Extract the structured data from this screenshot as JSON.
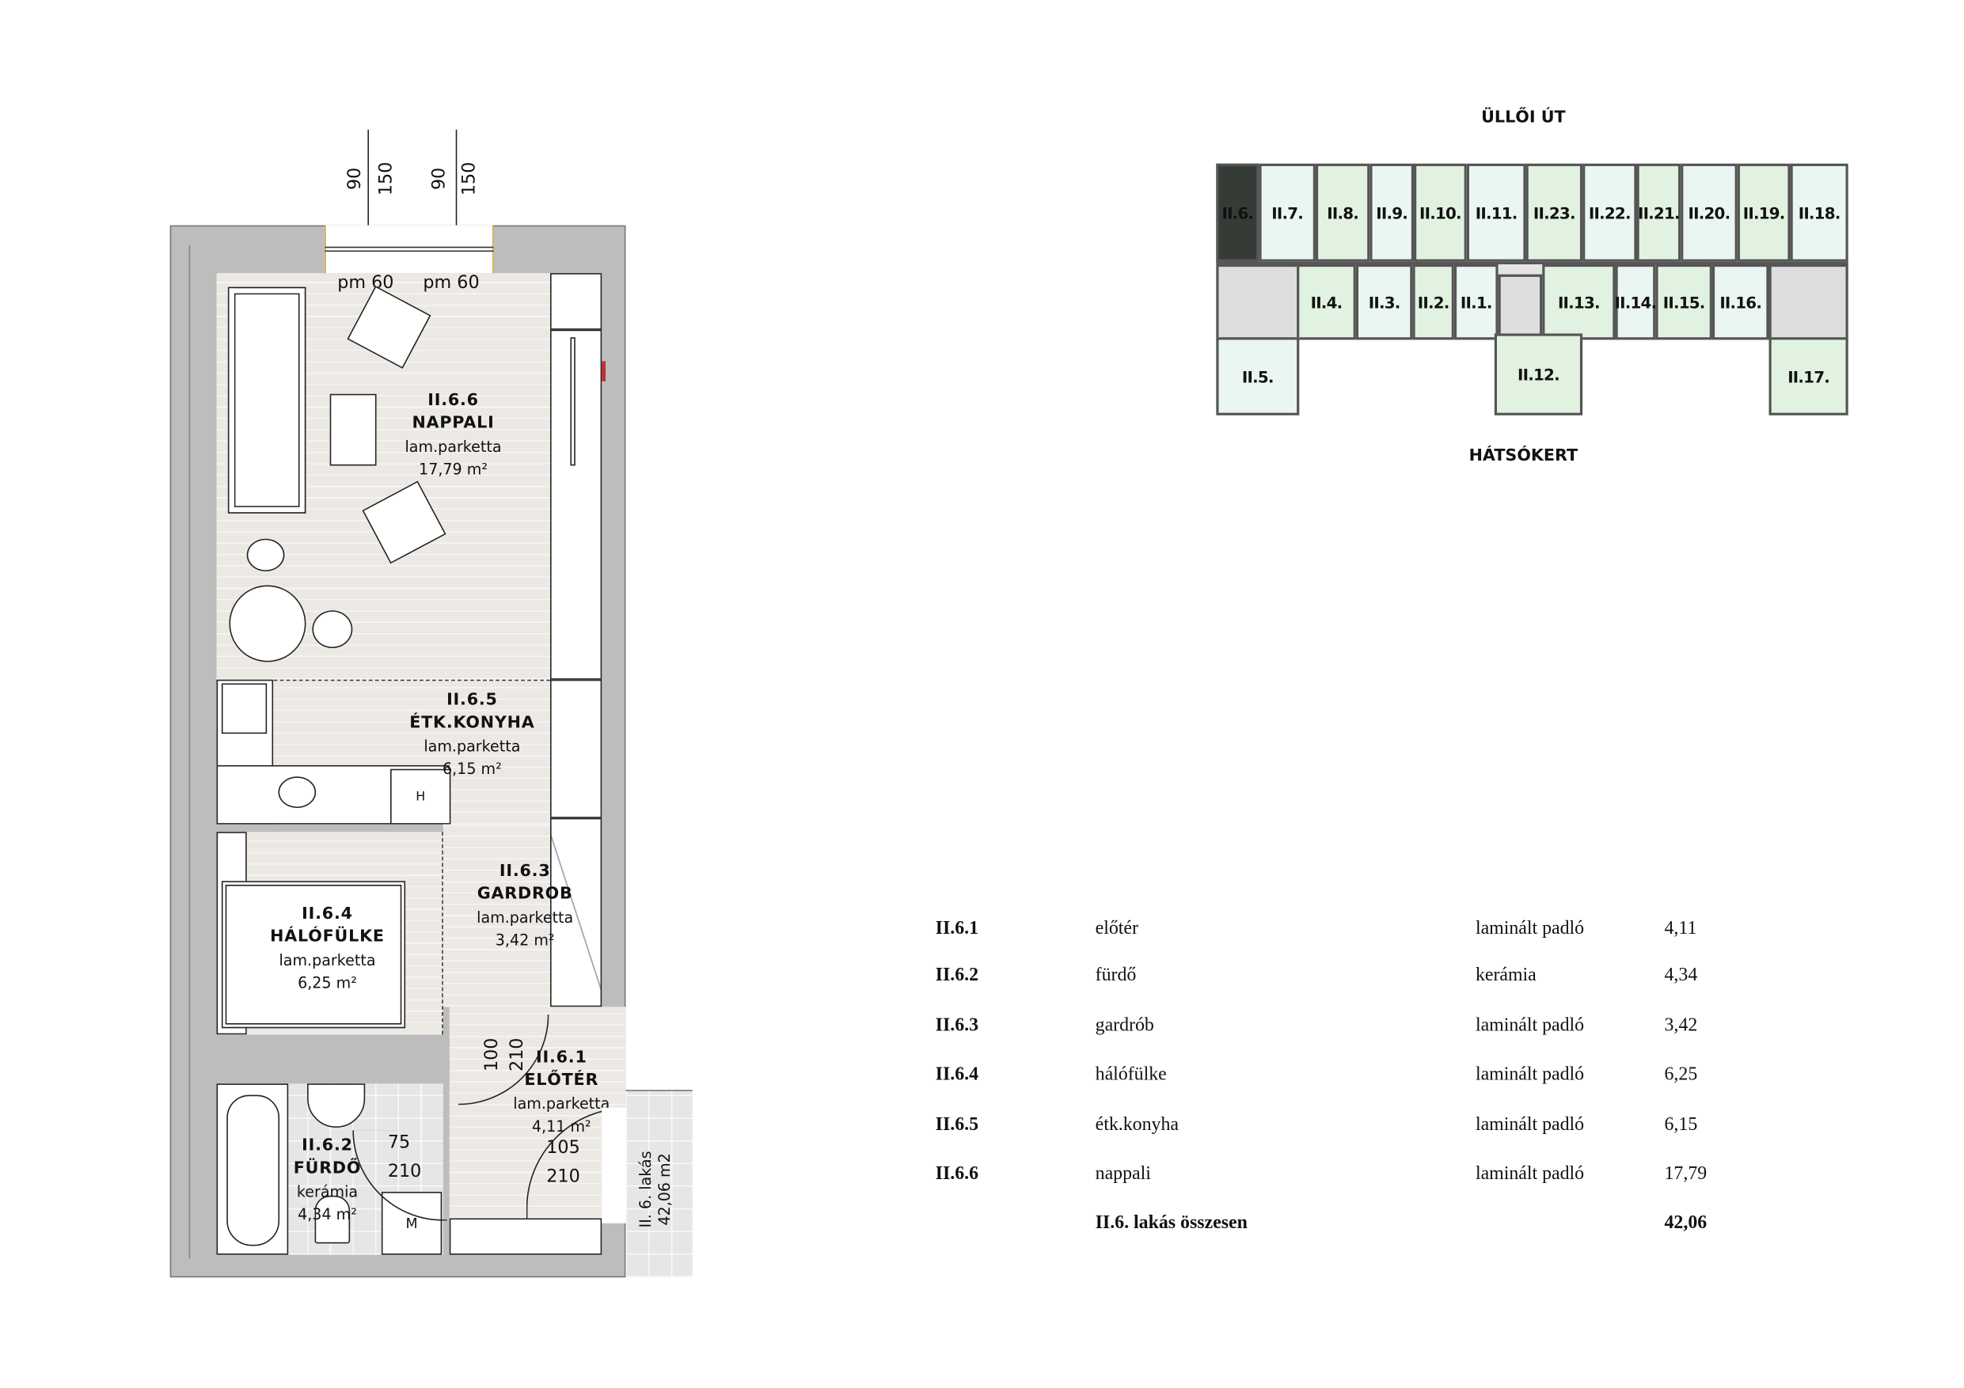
{
  "plan": {
    "window_dims": [
      "90",
      "150",
      "90",
      "150"
    ],
    "window_labels": [
      "pm 60",
      "pm 60"
    ],
    "rooms": [
      {
        "code": "II.6.6",
        "name": "NAPPALI",
        "floor": "lam.parketta",
        "area": "17,79 m²"
      },
      {
        "code": "II.6.5",
        "name": "ÉTK.KONYHA",
        "floor": "lam.parketta",
        "area": "6,15 m²"
      },
      {
        "code": "II.6.4",
        "name": "HÁLÓFÜLKE",
        "floor": "lam.parketta",
        "area": "6,25 m²"
      },
      {
        "code": "II.6.3",
        "name": "GARDROB",
        "floor": "lam.parketta",
        "area": "3,42 m²"
      },
      {
        "code": "II.6.1",
        "name": "ELŐTÉR",
        "floor": "lam.parketta",
        "area": "4,11 m²"
      },
      {
        "code": "II.6.2",
        "name": "FÜRDŐ",
        "floor": "kerámia",
        "area": "4,34 m²"
      }
    ],
    "door_dims": {
      "d1a": "100",
      "d1b": "210",
      "d2a": "75",
      "d2b": "210",
      "d3a": "105",
      "d3b": "210"
    },
    "appliance_labels": {
      "hood": "H",
      "meter": "M"
    },
    "apartment_label": [
      "II. 6. lakás",
      "42,06 m2"
    ]
  },
  "keyplan": {
    "street_top": "ÜLLŐI ÚT",
    "street_bottom": "HÁTSÓKERT",
    "units": [
      "II.6.",
      "II.7.",
      "II.8.",
      "II.9.",
      "II.10.",
      "II.11.",
      "II.23.",
      "II.22.",
      "II.21.",
      "II.20.",
      "II.19.",
      "II.18.",
      "II.4.",
      "II.3.",
      "II.2.",
      "II.1.",
      "II.13.",
      "II.14.",
      "II.15.",
      "II.16.",
      "II.5.",
      "II.12.",
      "II.17."
    ],
    "highlight_color": "#353c36"
  },
  "table": {
    "rows": [
      {
        "code": "II.6.1",
        "name": "előtér",
        "floor": "laminált padló",
        "area": "4,11"
      },
      {
        "code": "II.6.2",
        "name": "fürdő",
        "floor": "kerámia",
        "area": "4,34"
      },
      {
        "code": "II.6.3",
        "name": "gardrób",
        "floor": "laminált padló",
        "area": "3,42"
      },
      {
        "code": "II.6.4",
        "name": "hálófülke",
        "floor": "laminált padló",
        "area": "6,25"
      },
      {
        "code": "II.6.5",
        "name": "étk.konyha",
        "floor": "laminált padló",
        "area": "6,15"
      },
      {
        "code": "II.6.6",
        "name": "nappali",
        "floor": "laminált padló",
        "area": "17,79"
      }
    ],
    "total_label": "II.6. lakás összesen",
    "total_value": "42,06"
  }
}
